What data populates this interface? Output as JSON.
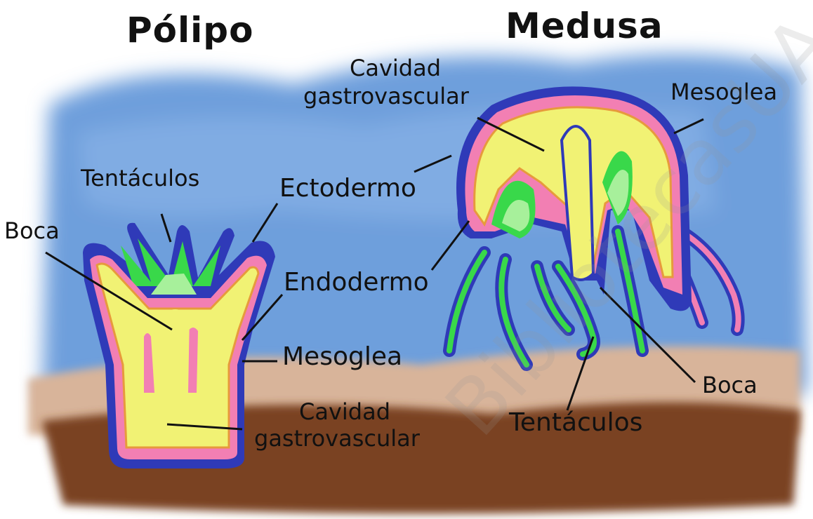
{
  "titles": {
    "polyp": "Pólipo",
    "medusa": "Medusa"
  },
  "polyp_labels": {
    "tentacles": "Tentáculos",
    "mouth": "Boca",
    "ectoderm": "Ectodermo",
    "endoderm": "Endodermo",
    "mesoglea": "Mesoglea",
    "cavity_line1": "Cavidad",
    "cavity_line2": "gastrovascular"
  },
  "medusa_labels": {
    "cavity_line1": "Cavidad",
    "cavity_line2": "gastrovascular",
    "mesoglea": "Mesoglea",
    "mouth": "Boca",
    "tentacles": "Tentáculos"
  },
  "watermark": "BibliotecasUA",
  "colors": {
    "water": "#6e9fdc",
    "seabed_light": "#d8b49a",
    "seabed_dark": "#7a4320",
    "ectoderm": "#2f3ab8",
    "mesoglea": "#f27fb3",
    "endoderm": "#f1f274",
    "tentacle_green": "#39d84a",
    "tentacle_light": "#a7f09b"
  }
}
